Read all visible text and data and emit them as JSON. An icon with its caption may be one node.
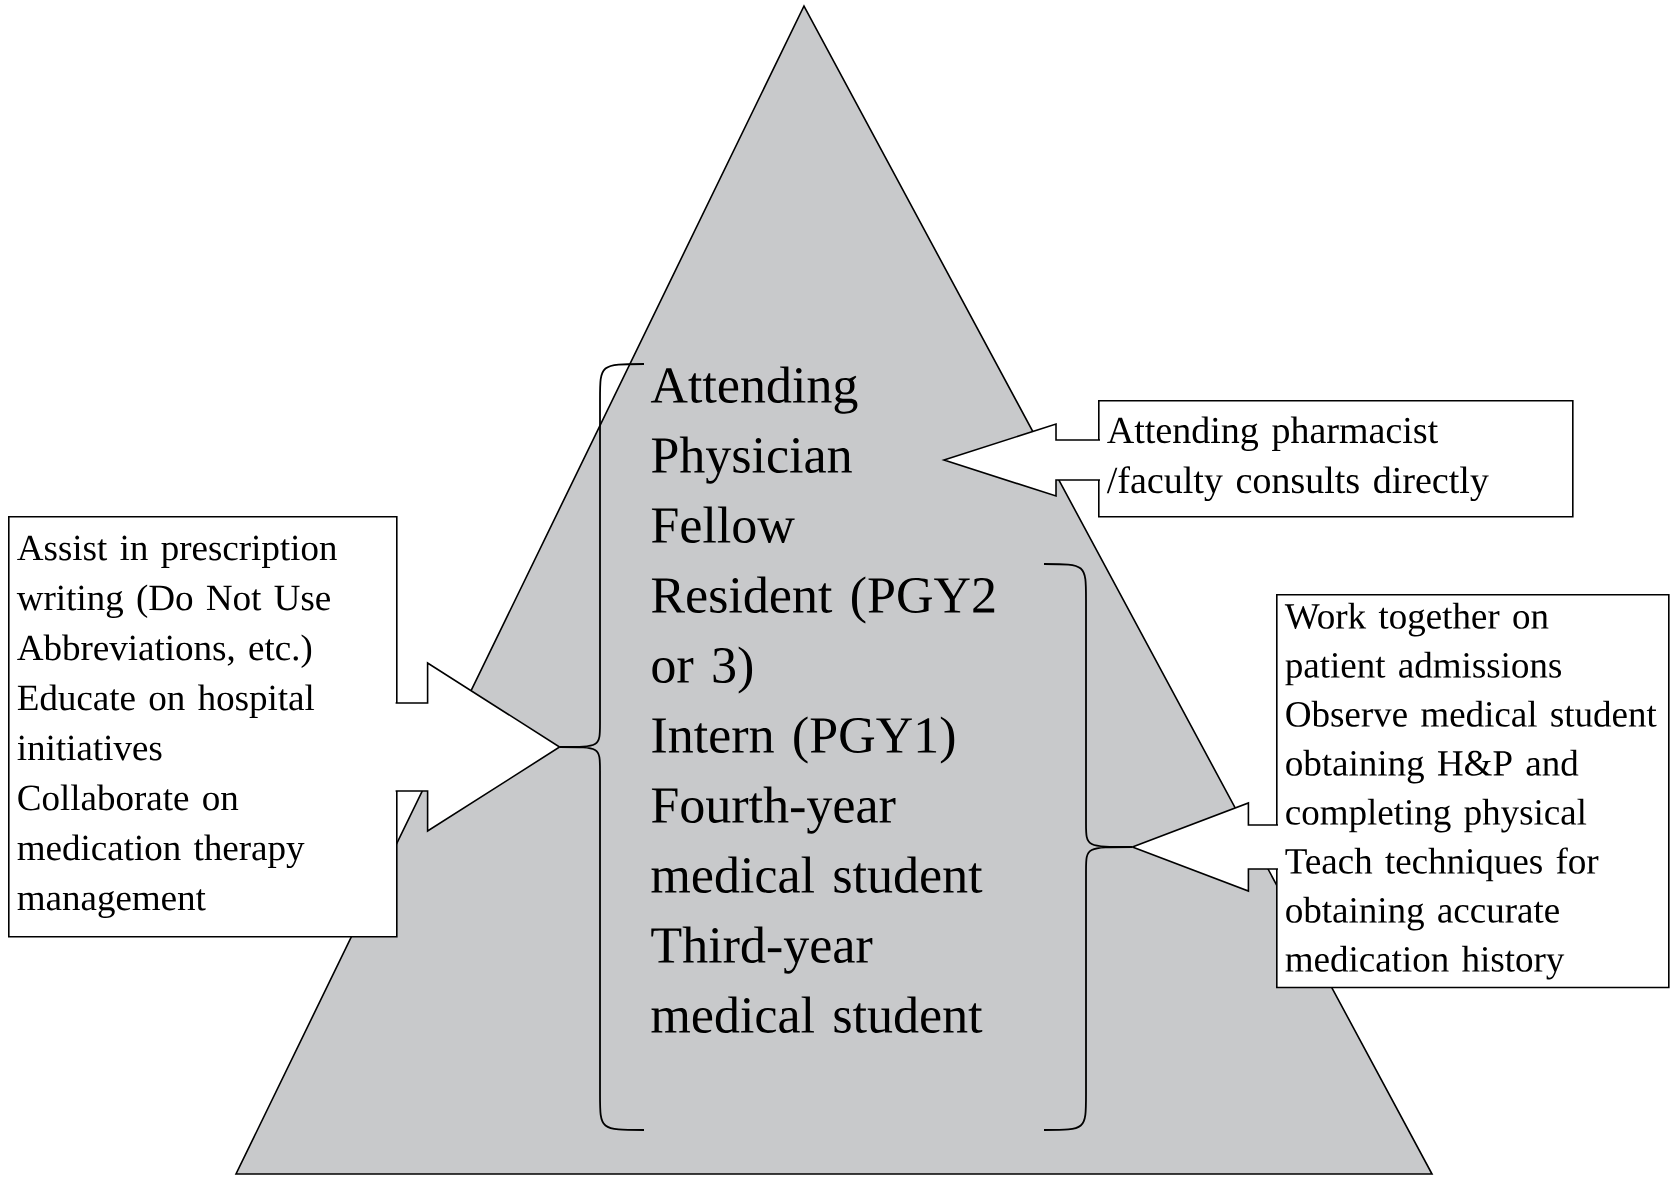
{
  "diagram": {
    "nodes": [
      {
        "text": [
          "Attending Physician",
          "Fellow",
          "Resident (PGY2 or 3)",
          "Intern (PGY1)",
          "Fourth-year medical student",
          "Third-year medical student"
        ]
      },
      {
        "text": [],
        "shape": "brace",
        "in": 0
      },
      {
        "text": [],
        "shape": "brace",
        "in": 0
      },
      {
        "text": [
          "Assist in prescription writing (Do Not Use Abbreviations, etc.)",
          "Educate on hospital initiatives",
          "Collaborate on medication therapy management"
        ]
      },
      {
        "text": [
          "Attending pharmacist /faculty consults directly"
        ]
      },
      {
        "text": [
          "Work together on patient admissions",
          "Observe medical student obtaining H&P and completing physical",
          "Teach techniques for obtaining accurate medication history"
        ]
      }
    ],
    "edges": [
      {
        "from": 3,
        "to": 1,
        "arrow": "to"
      },
      {
        "from": 4,
        "to": 0,
        "arrow": "to"
      },
      {
        "from": 5,
        "to": 2,
        "arrow": "to"
      }
    ]
  }
}
